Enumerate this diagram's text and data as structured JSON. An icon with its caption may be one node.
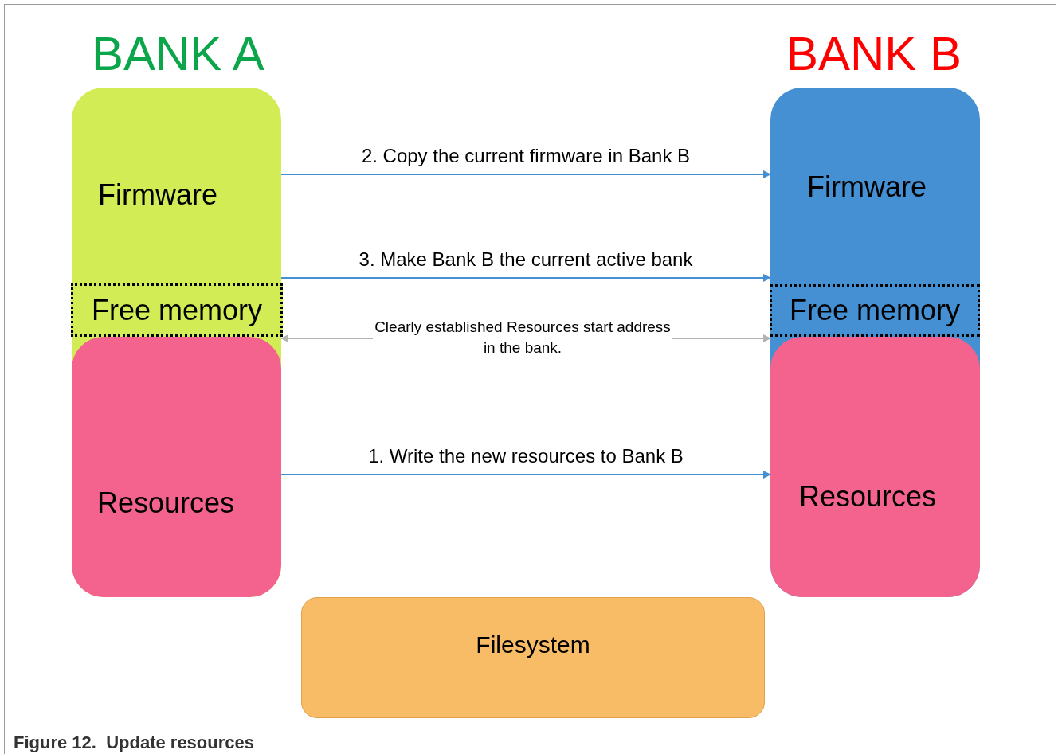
{
  "diagram": {
    "caption": "Figure 12.  Update resources",
    "nodes": [
      {
        "text": [
          "Firmware"
        ],
        "beside": [
          "BANK A"
        ]
      },
      {
        "text": [
          "Free memory"
        ]
      },
      {
        "text": [
          "Resources"
        ]
      },
      {
        "text": [
          "Firmware"
        ],
        "beside": [
          "BANK B"
        ]
      },
      {
        "text": [
          "Free memory"
        ]
      },
      {
        "text": [
          "Resources"
        ]
      },
      {
        "text": [
          "Filesystem"
        ]
      },
      {
        "text": [
          "Clearly established Resources start address in the bank."
        ]
      }
    ],
    "edges": [
      {
        "from": 0,
        "to": 3,
        "arrow": "to",
        "label": "2. Copy the current firmware in Bank B"
      },
      {
        "from": 0,
        "to": 3,
        "arrow": "to",
        "label": "3. Make Bank B the current active bank"
      },
      {
        "from": 2,
        "to": 5,
        "arrow": "to",
        "label": "1. Write the new resources to Bank B"
      },
      {
        "from": 7,
        "to": 2,
        "arrow": "to",
        "color": "#b3b3b3"
      },
      {
        "from": 7,
        "to": 5,
        "arrow": "to",
        "color": "#b3b3b3"
      }
    ]
  }
}
